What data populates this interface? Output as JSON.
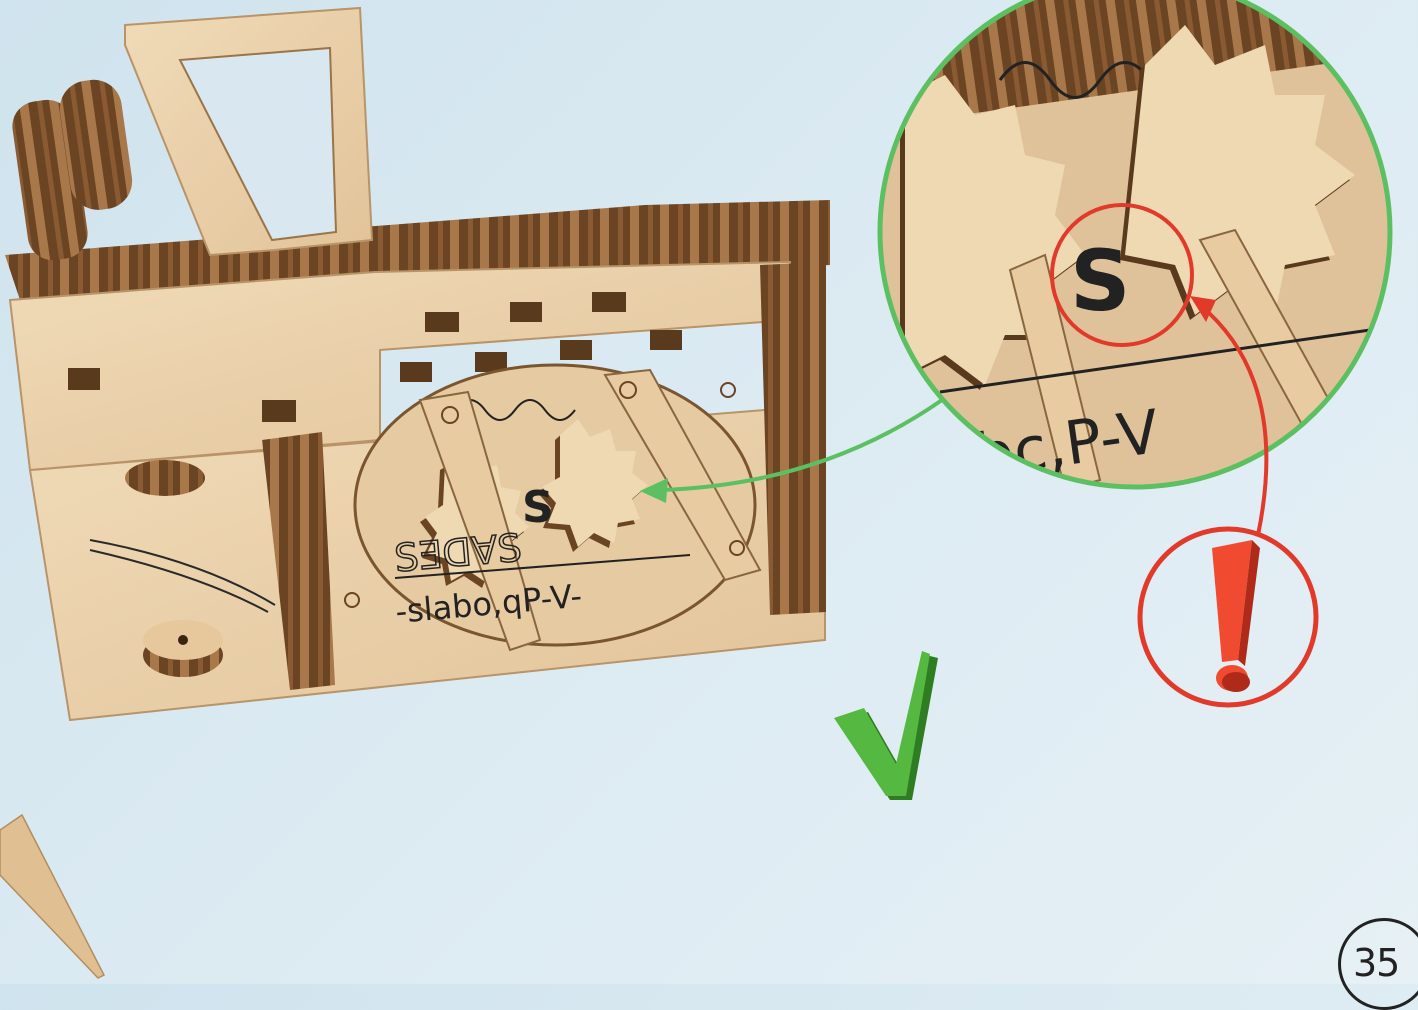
{
  "page": {
    "number": "35"
  },
  "engraving": {
    "top_line": "SƎᗡ∀S",
    "bottom_line": "-slabo,qP-V-"
  },
  "colors": {
    "background": "#d6e8f1",
    "wood_light": "#e9cfa7",
    "wood_dark": "#5a3a1c",
    "callout_green": "#5cc062",
    "warning_red": "#e23a2a",
    "check_green": "#4cae3a"
  },
  "icons": [
    "checkmark-icon",
    "exclamation-icon",
    "magnifier-callout"
  ]
}
